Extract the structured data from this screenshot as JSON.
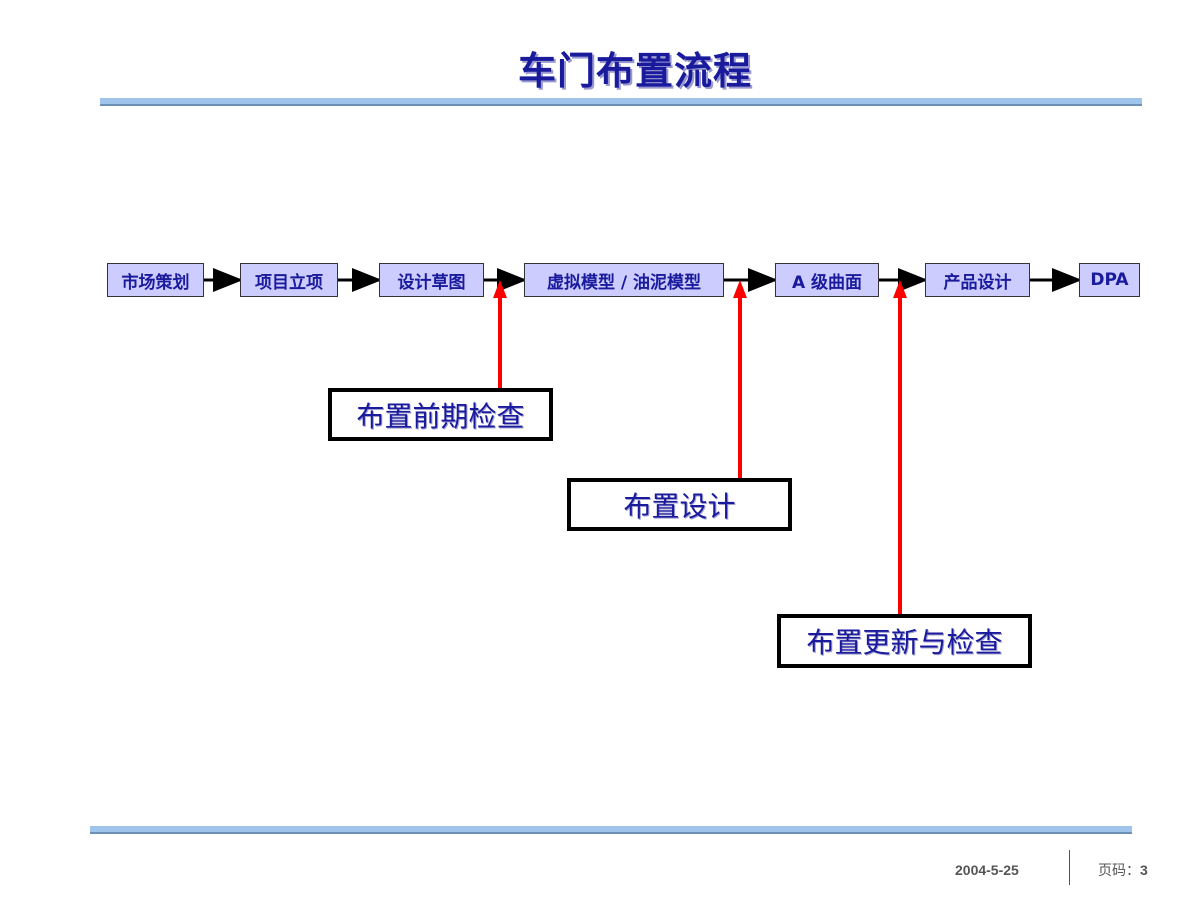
{
  "title": "车门布置流程",
  "flow": {
    "steps": [
      "市场策划",
      "项目立项",
      "设计草图",
      "虚拟模型 / 油泥模型",
      "A 级曲面",
      "产品设计",
      "DPA"
    ]
  },
  "checks": [
    {
      "label": "布置前期检查"
    },
    {
      "label": "布置设计"
    },
    {
      "label": "布置更新与检查"
    }
  ],
  "colors": {
    "box_fill": "#ccccff",
    "text": "#1a1a9c",
    "callout_arrow": "#ff0000",
    "rule": "#9ec4ec"
  },
  "footer": {
    "date": "2004-5-25",
    "page_label": "页码：",
    "page_number": "3"
  }
}
